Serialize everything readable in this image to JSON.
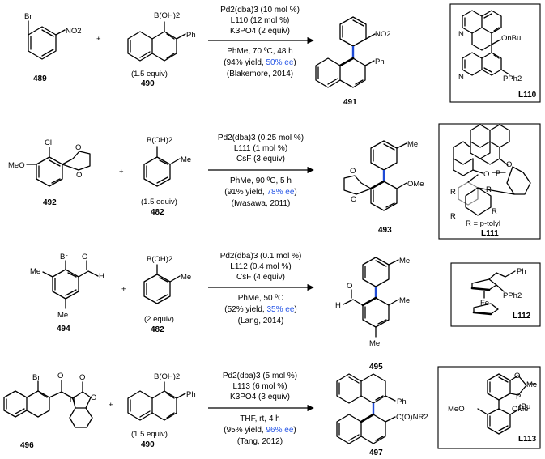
{
  "colors": {
    "ee": "#2454e6",
    "axis_bond": "#1f4bd6",
    "aromatic_gray": "#8a8a8a"
  },
  "rows": [
    {
      "reactant1": {
        "number": "489",
        "labels": [
          "Br",
          "NO2"
        ]
      },
      "plus": "+",
      "reactant2": {
        "number": "490",
        "equiv": "(1.5 equiv)",
        "labels": [
          "B(OH)2",
          "Ph"
        ]
      },
      "conditions": [
        "Pd2(dba)3 (10 mol %)",
        "L110 (12 mol %)",
        "K3PO4 (2 equiv)",
        "PhMe, 70 ºC, 48 h"
      ],
      "yield_prefix": "(94% yield, ",
      "ee": "50% ee",
      "yield_suffix": ")",
      "reference": "(Blakemore, 2014)",
      "product": {
        "number": "491",
        "labels": [
          "NO2",
          "Ph"
        ]
      },
      "ligand": {
        "name": "L110",
        "labels": [
          "OnBu",
          "PPh2",
          "N",
          "N"
        ]
      }
    },
    {
      "reactant1": {
        "number": "492",
        "labels": [
          "Cl",
          "MeO",
          "O",
          "O"
        ]
      },
      "plus": "+",
      "reactant2": {
        "number": "482",
        "equiv": "(1.5 equiv)",
        "labels": [
          "B(OH)2",
          "Me"
        ]
      },
      "conditions": [
        "Pd2(dba)3 (0.25 mol %)",
        "L111 (1 mol %)",
        "CsF (3 equiv)",
        "PhMe, 90 ºC, 5 h"
      ],
      "yield_prefix": "(91% yield, ",
      "ee": "78% ee",
      "yield_suffix": ")",
      "reference": "(Iwasawa, 2011)",
      "product": {
        "number": "493",
        "labels": [
          "Me",
          "OMe",
          "O",
          "O"
        ]
      },
      "ligand": {
        "name": "L111",
        "substituent": "R = p-tolyl",
        "labels": [
          "O",
          "O",
          "P",
          "R",
          "R",
          "R",
          "R"
        ]
      }
    },
    {
      "reactant1": {
        "number": "494",
        "labels": [
          "Br",
          "Me",
          "Me",
          "O",
          "H"
        ]
      },
      "plus": "+",
      "reactant2": {
        "number": "482",
        "equiv": "(2 equiv)",
        "labels": [
          "B(OH)2",
          "Me"
        ]
      },
      "conditions": [
        "Pd2(dba)3 (0.1 mol %)",
        "L112 (0.4 mol %)",
        "CsF (4 equiv)",
        "PhMe, 50 ºC"
      ],
      "yield_prefix": "(52% yield, ",
      "ee": "35% ee",
      "yield_suffix": ")",
      "reference": "(Lang, 2014)",
      "product": {
        "number": "495",
        "labels": [
          "Me",
          "Me",
          "Me",
          "O",
          "H"
        ]
      },
      "ligand": {
        "name": "L112",
        "labels": [
          "Ph",
          "PPh2",
          "Fe"
        ]
      }
    },
    {
      "reactant1": {
        "number": "496",
        "labels": [
          "Br",
          "O",
          "N",
          "O",
          "O"
        ]
      },
      "plus": "+",
      "reactant2": {
        "number": "490",
        "equiv": "(1.5 equiv)",
        "labels": [
          "B(OH)2",
          "Ph"
        ]
      },
      "conditions": [
        "Pd2(dba)3 (5 mol %)",
        "L113 (6 mol %)",
        "K3PO4 (3 equiv)",
        "THF, rt, 4 h"
      ],
      "yield_prefix": "(95% yield, ",
      "ee": "96% ee",
      "yield_suffix": ")",
      "reference": "(Tang, 2012)",
      "product": {
        "number": "497",
        "labels": [
          "Ph",
          "C(O)NR2"
        ]
      },
      "ligand": {
        "name": "L113",
        "labels": [
          "O",
          "Me",
          "P",
          "tBu",
          "MeO",
          "OMe"
        ]
      }
    }
  ]
}
